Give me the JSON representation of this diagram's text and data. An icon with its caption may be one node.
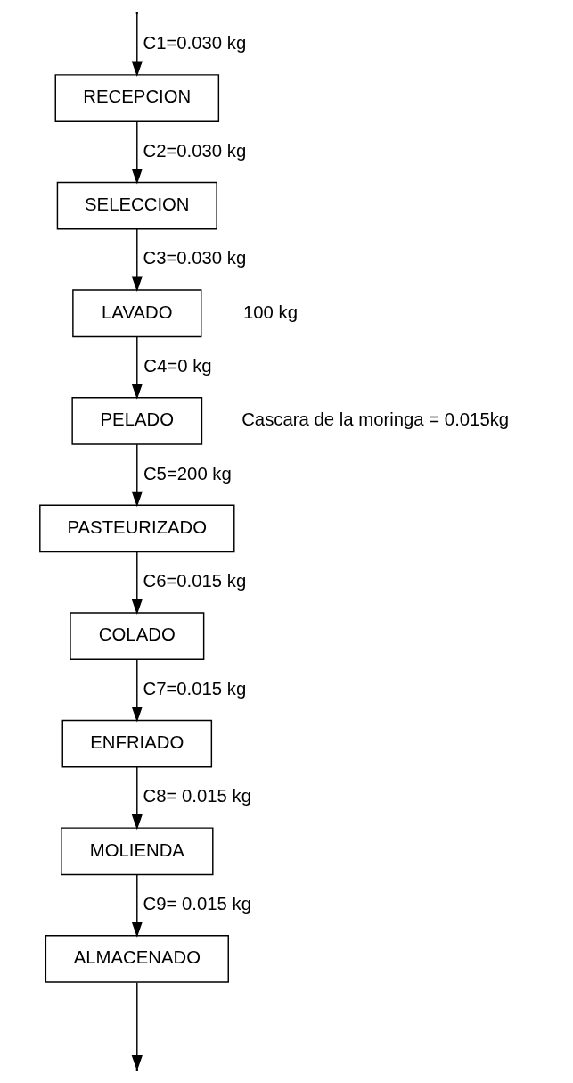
{
  "diagram": {
    "nodes": [
      {
        "text": [
          "RECEPCION"
        ]
      },
      {
        "text": [
          "SELECCION"
        ]
      },
      {
        "text": [
          "LAVADO"
        ],
        "beside": [
          "100 kg"
        ]
      },
      {
        "text": [
          "PELADO"
        ],
        "beside": [
          "Cascara de la moringa = 0.015kg"
        ]
      },
      {
        "text": [
          "PASTEURIZADO"
        ]
      },
      {
        "text": [
          "COLADO"
        ]
      },
      {
        "text": [
          "ENFRIADO"
        ]
      },
      {
        "text": [
          "MOLIENDA"
        ]
      },
      {
        "text": [
          "ALMACENADO"
        ]
      }
    ],
    "edges": [
      {
        "from": null,
        "to": 0,
        "arrow": "to",
        "label": "C1=0.030 kg"
      },
      {
        "from": 0,
        "to": 1,
        "arrow": "to",
        "label": "C2=0.030 kg"
      },
      {
        "from": 1,
        "to": 2,
        "arrow": "to",
        "label": "C3=0.030 kg"
      },
      {
        "from": 2,
        "to": 3,
        "arrow": "to",
        "label": "C4=0 kg"
      },
      {
        "from": 3,
        "to": 4,
        "arrow": "to",
        "label": "C5=200 kg"
      },
      {
        "from": 4,
        "to": 5,
        "arrow": "to",
        "label": "C6=0.015 kg"
      },
      {
        "from": 5,
        "to": 6,
        "arrow": "to",
        "label": "C7=0.015 kg"
      },
      {
        "from": 6,
        "to": 7,
        "arrow": "to",
        "label": "C8= 0.015 kg"
      },
      {
        "from": 7,
        "to": 8,
        "arrow": "to",
        "label": "C9= 0.015 kg"
      },
      {
        "from": 8,
        "to": null,
        "arrow": "to"
      }
    ]
  }
}
